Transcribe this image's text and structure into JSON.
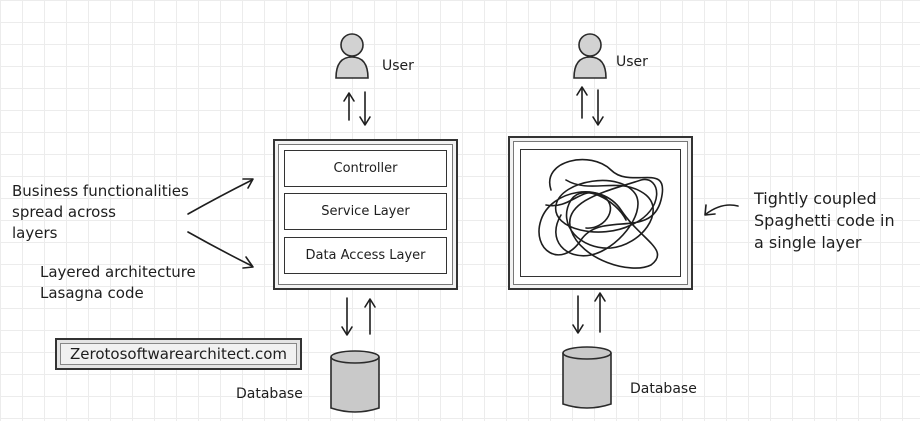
{
  "left": {
    "user_label": "User",
    "layers": [
      "Controller",
      "Service Layer",
      "Data Access Layer"
    ],
    "database_label": "Database"
  },
  "right": {
    "user_label": "User",
    "database_label": "Database"
  },
  "annotations": {
    "business": [
      "Business functionalities",
      "spread across",
      "layers"
    ],
    "layered": [
      "Layered architecture",
      "Lasagna code"
    ],
    "spaghetti": [
      "Tightly coupled",
      "Spaghetti code in",
      "a single layer"
    ]
  },
  "watermark": "Zerotosoftwarearchitect.com",
  "colors": {
    "ink": "#1e1e1e",
    "fill": "#d2d2d2",
    "grid": "#ececec"
  }
}
